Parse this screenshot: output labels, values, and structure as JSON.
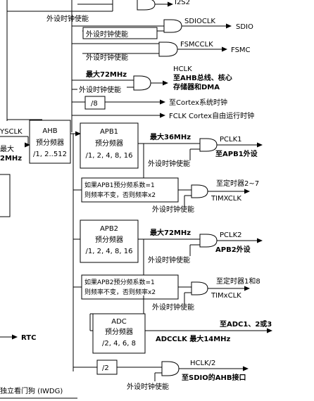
{
  "top": {
    "i2s2": "I2S2",
    "peripheral_enable_1": "外设时钟使能"
  },
  "sdio": {
    "gate_clk": "SDIOCLK",
    "target": "SDIO",
    "enable": "外设时钟使能"
  },
  "fsmc": {
    "gate_clk": "FSMCCLK",
    "target": "FSMC",
    "enable": "外设时钟使能"
  },
  "hclk": {
    "max": "最大72MHz",
    "enable": "外设时钟使能",
    "name": "HCLK",
    "line1": "至AHB总线、核心",
    "line2": "存储器和DMA"
  },
  "cortex": {
    "divider": "/8",
    "target": "至Cortex系统时钟",
    "fclk": "FCLK Cortex自由运行时钟"
  },
  "left": {
    "sysclk": "YSCLK",
    "max1": "最大",
    "max2": "2MHz"
  },
  "ahb": {
    "title": "AHB",
    "sub": "预分频器",
    "ratios": "/1, 2..512"
  },
  "apb1": {
    "title": "APB1",
    "sub": "预分频器",
    "ratios": "/1, 2, 4, 8, 16",
    "max": "最大36MHz",
    "pclk": "PCLK1",
    "to": "至APB1外设",
    "enable": "外设时钟使能",
    "note1": "如果APB1预分频系数=1",
    "note2": "则频率不变，否则频率x2",
    "timer_to": "至定时器2~7",
    "timer_clk": "TIMXCLK",
    "timer_enable": "外设时钟使能"
  },
  "apb2": {
    "title": "APB2",
    "sub": "预分频器",
    "ratios": "/1, 2, 4, 8, 16",
    "max": "最大72MHz",
    "pclk": "PCLK2",
    "to": "APB2外设",
    "enable": "外设时钟使能",
    "note1": "如果APB2预分频系数=1",
    "note2": "则频率不变，否则频率x2",
    "timer_to": "至定时器1和8",
    "timer_clk": "TIMxCLK",
    "timer_enable": "外设时钟使能"
  },
  "adc": {
    "title": "ADC",
    "sub": "预分频器",
    "ratios": "/2, 4, 6, 8",
    "to": "至ADC1、2或3",
    "clk": "ADCCLK 最大14MHz"
  },
  "sdio_ahb": {
    "divider": "/2",
    "hclk2": "HCLK/2",
    "to": "至SDIO的AHB接口",
    "enable": "外设时钟使能"
  },
  "rtc": {
    "label": "RTC"
  },
  "iwdg": {
    "label": "独立看门狗 (IWDG)"
  }
}
